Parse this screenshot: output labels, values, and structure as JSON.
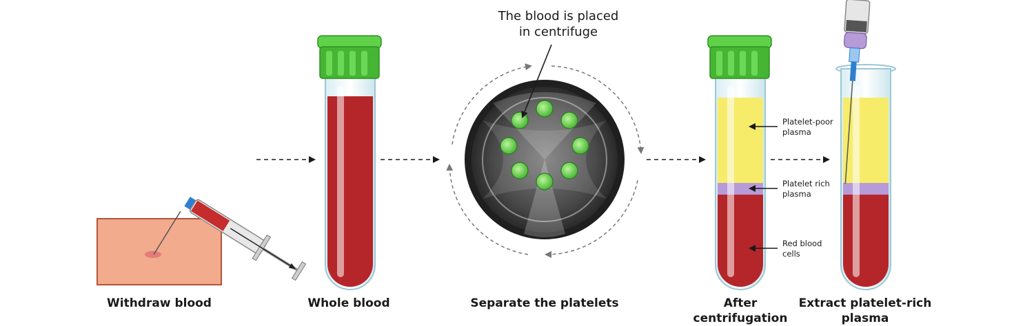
{
  "stages": [
    {
      "label": "Withdraw blood"
    },
    {
      "label": "Whole blood"
    },
    {
      "label": "Separate the platelets"
    },
    {
      "label": "After\ncentrifugation"
    },
    {
      "label": "Extract platelet-rich\nplasma"
    }
  ],
  "centrifuge_note": "The blood is placed\nin centrifuge",
  "layers": [
    {
      "label": "Platelet-poor\nplasma"
    },
    {
      "label": "Platelet rich\nplasma"
    },
    {
      "label": "Red blood\ncells"
    }
  ],
  "colors": {
    "blood": "#b5262a",
    "plasma": "#f6ec6a",
    "platelet_layer": "#b79ad8",
    "cap": "#4cc23a",
    "skin": "#f2ab8c",
    "centrifuge": "#2e2e2e",
    "sample": "#6ccf4f"
  }
}
